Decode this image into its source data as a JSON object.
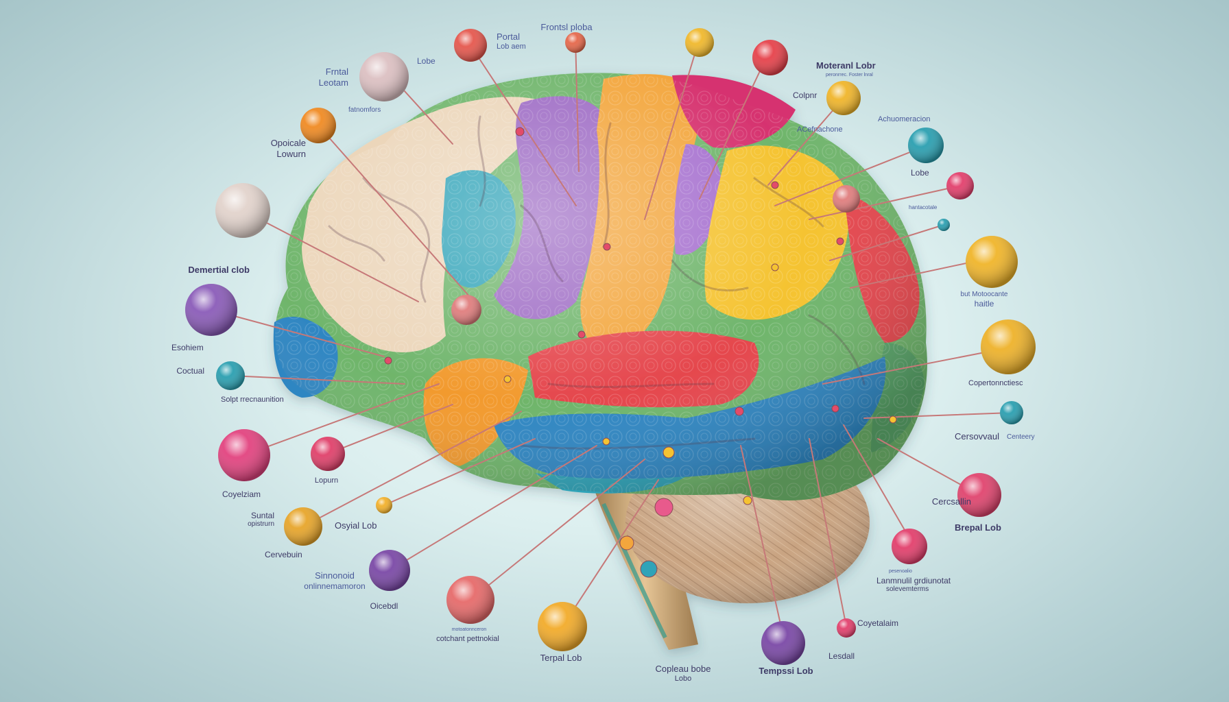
{
  "labels": {
    "frontsl_ploba": "Frontsl ploba",
    "portal_line1": "Portal",
    "portal_line2": "Lob aem",
    "lobe_top": "Lobe",
    "frntal_line1": "Frntal",
    "frntal_line2": "Leotam",
    "fatnomfors": "fatnomfors",
    "opoicale_line1": "Opoicale",
    "opoicale_line2": "Lowurn",
    "moteranl_lobr": "Moteranl Lobr",
    "moteranl_sub": "peronrrec. Foster lnral",
    "colpnr": "Colpnr",
    "acefnachone": "ACefnachone",
    "achuomeracion": "Achuomeracion",
    "lobe_right": "Lobe",
    "hantacotale": "hantacotale",
    "demertial_lob": "Demertial clob",
    "but_line1": "but Motoocante",
    "but_line2": "haitle",
    "esohiem": "Esohiem",
    "coctual": "Coctual",
    "solpt": "Solpt rrecnaunition",
    "copertonnctiesc": "Copertonnctiesc",
    "cersovvaul": "Cersovvaul",
    "centeery": "Centeery",
    "coyelziam": "Coyelziam",
    "lopurn": "Lopurn",
    "suntal_line1": "Suntal",
    "suntal_line2": "opistrurn",
    "osyial_lob": "Osyial Lob",
    "cercsallin": "Cercsallin",
    "brepal_lob": "Brepal Lob",
    "cervebuin": "Cervebuin",
    "sinnonoid_line1": "Sinnonoid",
    "sinnonoid_line2": "onlinnemamoron",
    "lanmnull_tiny": "pesenoalio",
    "lanmnull_line1": "Lanmnulil grdiunotat",
    "lanmnull_line2": "solevemterms",
    "oicebdl": "Oicebdl",
    "cotchant_tiny": "motoatonnceron",
    "cotchant": "cotchant pettnokial",
    "coyetalaim": "Coyetalaim",
    "terpal_lob": "Terpal Lob",
    "copleau_line1": "Copleau bobe",
    "copleau_line2": "Lobo",
    "tempssi_lob": "Tempssi Lob",
    "lesdall": "Lesdall"
  },
  "colors": {
    "leader_line": "#c67878",
    "label_text": "#3d3a66",
    "beige": "#ecd6ba",
    "green": "#6fb56b",
    "teal_blue": "#2f86c2",
    "purple": "#9d6ac4",
    "orange": "#f3a63d",
    "yellow": "#f5c331",
    "magenta": "#d6336f",
    "red": "#e5474d",
    "cerebellum": "#c9a482"
  }
}
